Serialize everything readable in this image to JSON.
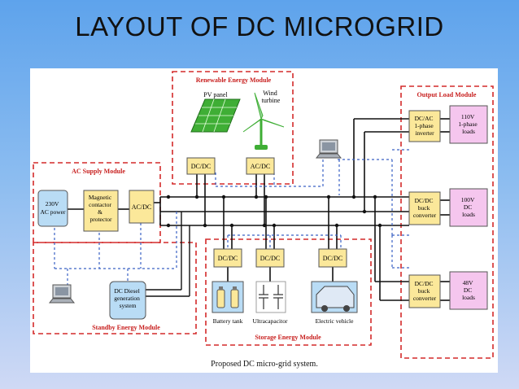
{
  "slide": {
    "title": "LAYOUT OF DC MICROGRID"
  },
  "modules": {
    "renewable": "Renewable Energy Module",
    "ac_supply": "AC Supply Module",
    "output_load": "Output Load  Module",
    "standby": "Standby Energy Module",
    "storage": "Storage Energy Module"
  },
  "blocks": {
    "pv_panel": "PV panel",
    "wind_turbine": [
      "Wind",
      "turbine"
    ],
    "pv_dcdc": "DC/DC",
    "wind_acdc": "AC/DC",
    "ac_power": [
      "230V",
      "AC power"
    ],
    "contactor": [
      "Magnetic",
      "contactor",
      "&",
      "protector"
    ],
    "ac_acdc": "AC/DC",
    "bat_dcdc": "DC/DC",
    "cap_dcdc": "DC/DC",
    "ev_dcdc": "DC/DC",
    "battery": "Battery tank",
    "ultracap": "Ultracapacitor",
    "ev": "Electric vehicle",
    "diesel": [
      "DC Diesel",
      "generation",
      "system"
    ],
    "inverter": [
      "DC/AC",
      "1-phase",
      "inverter"
    ],
    "buck1": [
      "DC/DC",
      "buck",
      "converter"
    ],
    "buck2": [
      "DC/DC",
      "buck",
      "converter"
    ],
    "load_110": [
      "110V",
      "1-phase",
      "loads"
    ],
    "load_100": [
      "100V",
      "DC",
      "loads"
    ],
    "load_48": [
      "48V",
      "DC",
      "loads"
    ]
  },
  "caption": "Proposed DC micro-grid system.",
  "colors": {
    "module_border": "#d42a2a",
    "module_title": "#c8201f",
    "converter_fill": "#fbe89a",
    "source_fill": "#b9dcf5",
    "load_fill": "#f5c6ee",
    "pv_green": "#3fae35",
    "comm_line": "#3a62c4"
  }
}
